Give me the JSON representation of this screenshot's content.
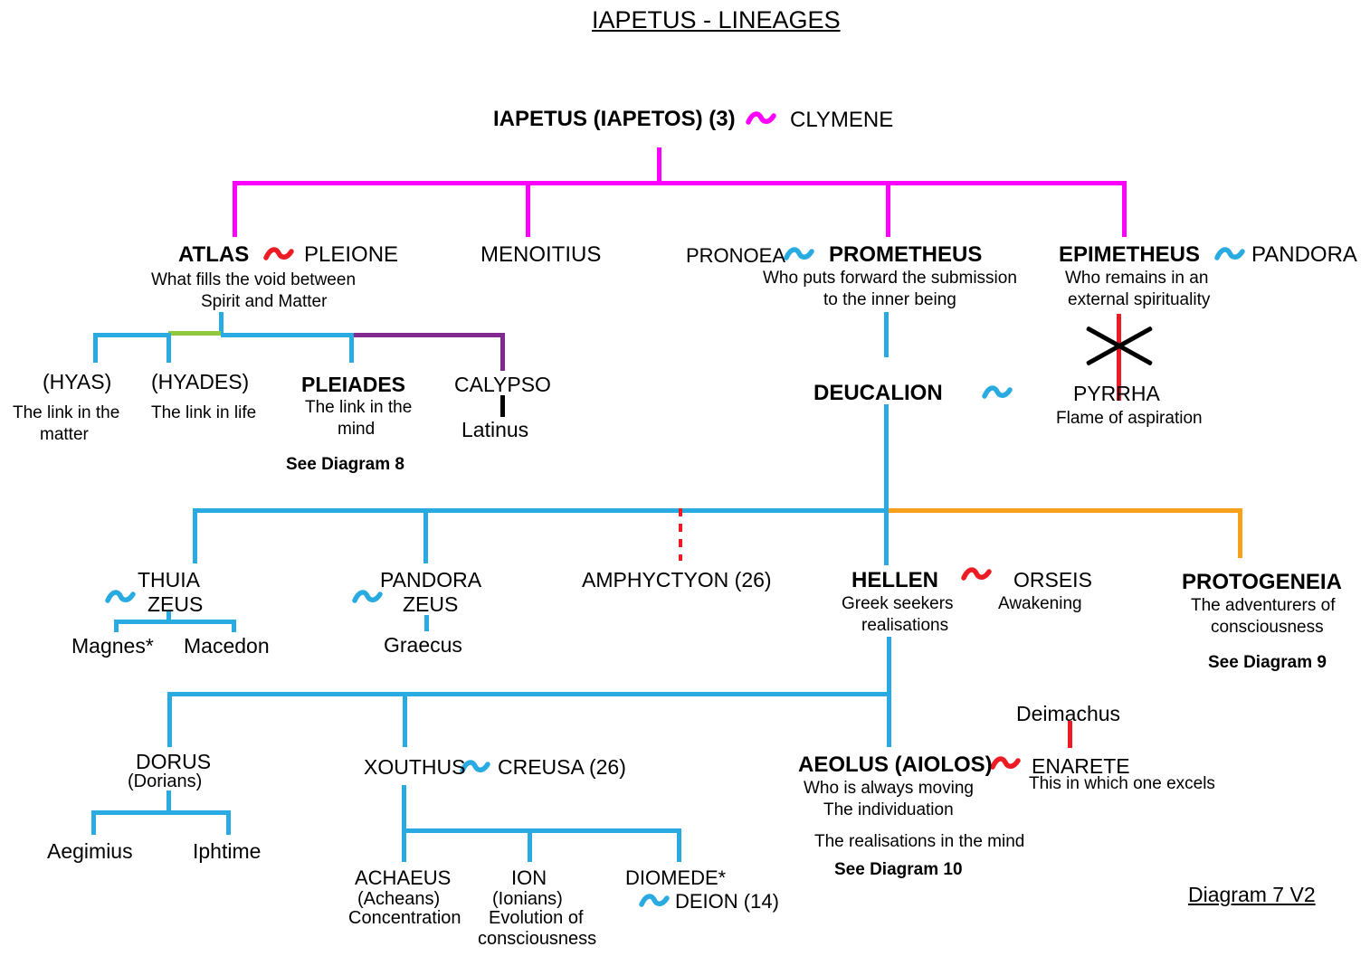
{
  "title": "IAPETUS - LINEAGES",
  "footer": "Diagram 7 V2",
  "symbols": {
    "union": "~"
  },
  "colors": {
    "magenta": "#FF00FF",
    "cyan": "#29ABE2",
    "red": "#ED1C24",
    "green": "#92C83E",
    "purple": "#812990",
    "orange": "#F7A11A",
    "black": "#000000"
  },
  "root": {
    "name": "IAPETUS (IAPETOS) (3)",
    "spouse": "CLYMENE"
  },
  "generation1": {
    "atlas": {
      "name": "ATLAS",
      "spouse": "PLEIONE",
      "desc_line1": "What fills the void between",
      "desc_line2": "Spirit and Matter"
    },
    "menoitius": {
      "name": "MENOITIUS"
    },
    "prometheus": {
      "spouse": "PRONOEA",
      "name": "PROMETHEUS",
      "desc_line1": "Who puts forward the submission",
      "desc_line2": "to the inner being"
    },
    "epimetheus": {
      "name": "EPIMETHEUS",
      "spouse": "PANDORA",
      "desc_line1": "Who remains in an",
      "desc_line2": "external spirituality"
    }
  },
  "atlas_children": {
    "hyas": {
      "name": "(HYAS)",
      "desc_line1": "The link in the",
      "desc_line2": "matter"
    },
    "hyades": {
      "name": "(HYADES)",
      "desc": "The link in life"
    },
    "pleiades": {
      "name": "PLEIADES",
      "desc_line1": "The link in the",
      "desc_line2": "mind",
      "note": "See Diagram 8"
    },
    "calypso": {
      "name": "CALYPSO",
      "child": "Latinus"
    }
  },
  "prometheus_line": {
    "deucalion": {
      "name": "DEUCALION",
      "spouse": "PYRRHA",
      "spouse_desc": "Flame of aspiration"
    }
  },
  "deucalion_children": {
    "thuia": {
      "name": "THUIA",
      "spouse": "ZEUS",
      "children": [
        "Magnes*",
        "Macedon"
      ]
    },
    "pandora": {
      "name": "PANDORA",
      "spouse": "ZEUS",
      "child": "Graecus"
    },
    "amphyctyon": {
      "name": "AMPHYCTYON (26)"
    },
    "hellen": {
      "name": "HELLEN",
      "spouse": "ORSEIS",
      "desc_line1": "Greek seekers",
      "desc_line2": "realisations",
      "spouse_desc": "Awakening"
    },
    "protogeneia": {
      "name": "PROTOGENEIA",
      "desc_line1": "The adventurers of",
      "desc_line2": "consciousness",
      "note": "See Diagram 9"
    }
  },
  "hellen_children": {
    "dorus": {
      "name": "DORUS",
      "epithet": "(Dorians)",
      "children": [
        "Aegimius",
        "Iphtime"
      ]
    },
    "xouthus": {
      "name": "XOUTHUS",
      "spouse": "CREUSA (26)"
    },
    "aeolus": {
      "name": "AEOLUS (AIOLOS)",
      "spouse": "ENARETE",
      "spouse_parent": "Deimachus",
      "spouse_desc": "This in which one excels",
      "desc_line1": "Who is always moving",
      "desc_line2": "The individuation",
      "desc_line3": "The realisations in the mind",
      "note": "See Diagram 10"
    }
  },
  "xouthus_children": {
    "achaeus": {
      "name": "ACHAEUS",
      "epithet": "(Acheans)",
      "desc": "Concentration"
    },
    "ion": {
      "name": "ION",
      "epithet": "(Ionians)",
      "desc_line1": "Evolution of",
      "desc_line2": "consciousness"
    },
    "diomede": {
      "name": "DIOMEDE*",
      "spouse": "DEION (14)"
    }
  }
}
